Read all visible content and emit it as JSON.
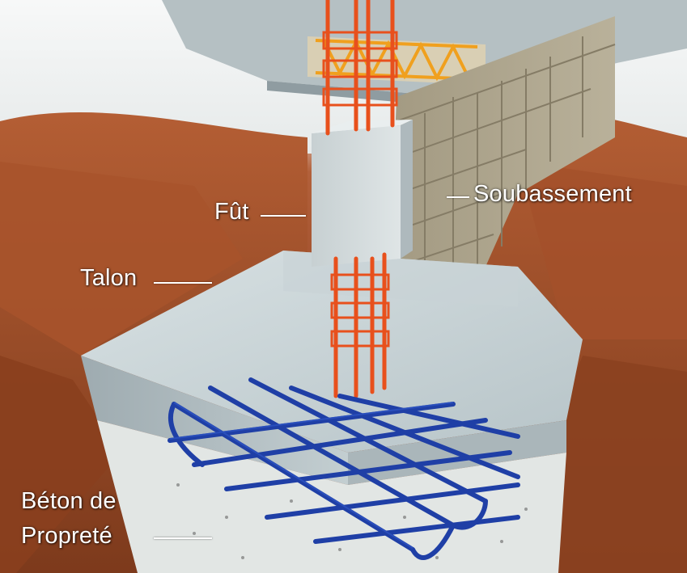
{
  "labels": {
    "fut": "Fût",
    "soubassement": "Soubassement",
    "talon": "Talon",
    "beton_line1": "Béton de",
    "beton_line2": "Propreté"
  },
  "colors": {
    "soil": "#9a4a28",
    "concrete": "#c9d3d6",
    "block": "#a99f86",
    "rebar_column": "#e8501c",
    "rebar_footing": "#1f3fa6",
    "truss": "#f0a01e",
    "label_text": "#ffffff"
  }
}
